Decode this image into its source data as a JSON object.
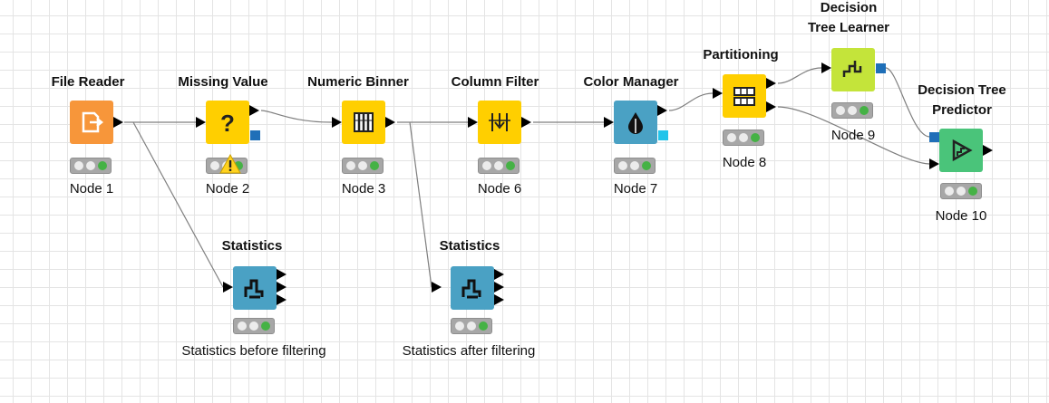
{
  "colors": {
    "file_reader": "#f7963a",
    "manipulator": "#ffcf00",
    "visualizer": "#4aa1c4",
    "learner": "#c4e43a",
    "predictor": "#4ac47a",
    "model_port": "#1f6fb8",
    "status_green": "#45b245"
  },
  "nodes": [
    {
      "id": "node1",
      "title": "File Reader",
      "label": "Node 1",
      "icon": "file-reader-icon"
    },
    {
      "id": "node2",
      "title": "Missing Value",
      "label": "Node 2",
      "icon": "question-mark-icon",
      "warning": true
    },
    {
      "id": "node3",
      "title": "Numeric Binner",
      "label": "Node 3",
      "icon": "binner-icon"
    },
    {
      "id": "node6",
      "title": "Column Filter",
      "label": "Node 6",
      "icon": "column-filter-icon"
    },
    {
      "id": "node7",
      "title": "Color Manager",
      "label": "Node 7",
      "icon": "drop-icon"
    },
    {
      "id": "node8",
      "title": "Partitioning",
      "label": "Node 8",
      "icon": "partition-icon"
    },
    {
      "id": "node9",
      "title_lines": [
        "Decision",
        "Tree Learner"
      ],
      "label": "Node 9",
      "icon": "tree-learner-icon"
    },
    {
      "id": "node10",
      "title_lines": [
        "Decision Tree",
        "Predictor"
      ],
      "label": "Node 10",
      "icon": "predictor-icon"
    },
    {
      "id": "stats1",
      "title": "Statistics",
      "label": "Statistics before filtering",
      "icon": "statistics-icon"
    },
    {
      "id": "stats2",
      "title": "Statistics",
      "label": "Statistics after filtering",
      "icon": "statistics-icon"
    }
  ]
}
